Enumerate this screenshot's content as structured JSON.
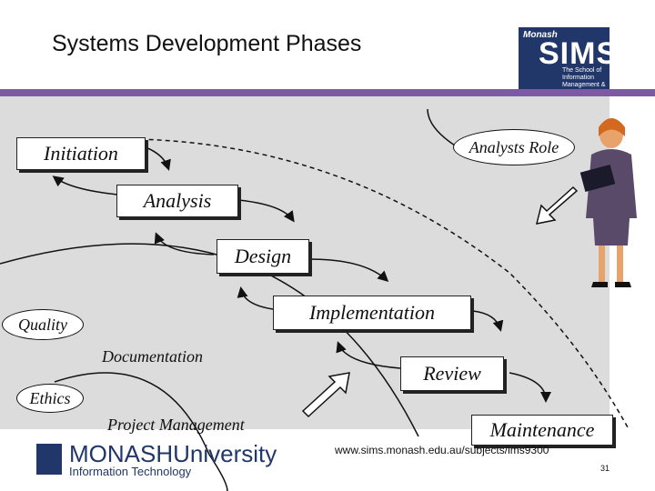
{
  "title": "Systems Development Phases",
  "logo": {
    "top": "Monash",
    "main": "SIMS",
    "sub": "The School of Information Management & Systems"
  },
  "phases": [
    "Initiation",
    "Analysis",
    "Design",
    "Implementation",
    "Review",
    "Maintenance"
  ],
  "roles": {
    "analysts_role": "Analysts Role",
    "quality": "Quality",
    "ethics": "Ethics"
  },
  "topics": {
    "documentation": "Documentation",
    "project_management": "Project Management"
  },
  "footer": {
    "university_name": "MONASH",
    "university_suffix": "University",
    "faculty": "Information Technology",
    "url": "www.sims.monash.edu.au/subjects/ims9300",
    "page": "31"
  },
  "colors": {
    "band": "#7c5aa6",
    "navy": "#21376a",
    "panel": "#dcdcdc"
  },
  "icons": [
    "woman-figure-icon",
    "arrow-icon"
  ]
}
